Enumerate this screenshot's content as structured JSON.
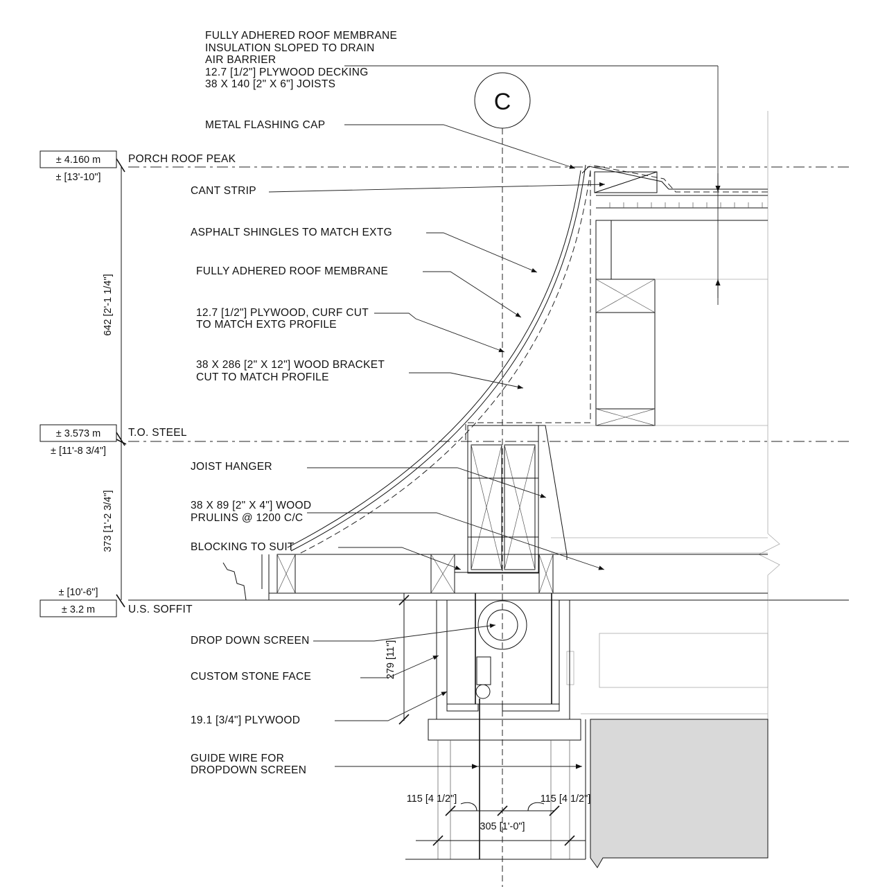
{
  "section_marker": "C",
  "elevations": [
    {
      "id": "peak",
      "metric": "± 4.160 m",
      "imperial": "± [13'-10\"]",
      "label": "PORCH ROOF PEAK"
    },
    {
      "id": "steel",
      "metric": "± 3.573 m",
      "imperial": "± [11'-8 3/4\"]",
      "label": "T.O. STEEL"
    },
    {
      "id": "soffit",
      "metric": "± 3.2 m",
      "imperial": "± [10'-6\"]",
      "label": "U.S. SOFFIT"
    }
  ],
  "vertical_dims": [
    "642 [2'-1 1/4\"]",
    "373 [1'-2 3/4\"]",
    "279 [11\"]"
  ],
  "horizontal_dims": [
    "115 [4 1/2\"]",
    "115 [4 1/2\"]",
    "305 [1'-0\"]"
  ],
  "notes": {
    "roof_assembly": [
      "FULLY ADHERED ROOF MEMBRANE",
      "INSULATION SLOPED TO DRAIN",
      "AIR BARRIER",
      "12.7 [1/2\"] PLYWOOD DECKING",
      "38 X 140 [2\" X 6\"] JOISTS"
    ],
    "flashing": "METAL FLASHING CAP",
    "cant": "CANT STRIP",
    "shingles": "ASPHALT SHINGLES TO MATCH EXTG",
    "membrane": "FULLY ADHERED ROOF MEMBRANE",
    "plywood": [
      "12.7 [1/2\"] PLYWOOD, CURF CUT",
      "TO MATCH EXTG PROFILE"
    ],
    "bracket": [
      "38 X 286 [2\" X 12\"] WOOD BRACKET",
      "CUT TO MATCH PROFILE"
    ],
    "hanger": "JOIST HANGER",
    "purlins": [
      "38 X 89 [2\" X 4\"] WOOD",
      "PRULINS @ 1200 C/C"
    ],
    "blocking": "BLOCKING TO SUIT",
    "screen": "DROP DOWN SCREEN",
    "stone": "CUSTOM STONE FACE",
    "plywood34": "19.1 [3/4\"] PLYWOOD",
    "guide": [
      "GUIDE WIRE FOR",
      "DROPDOWN SCREEN"
    ]
  }
}
